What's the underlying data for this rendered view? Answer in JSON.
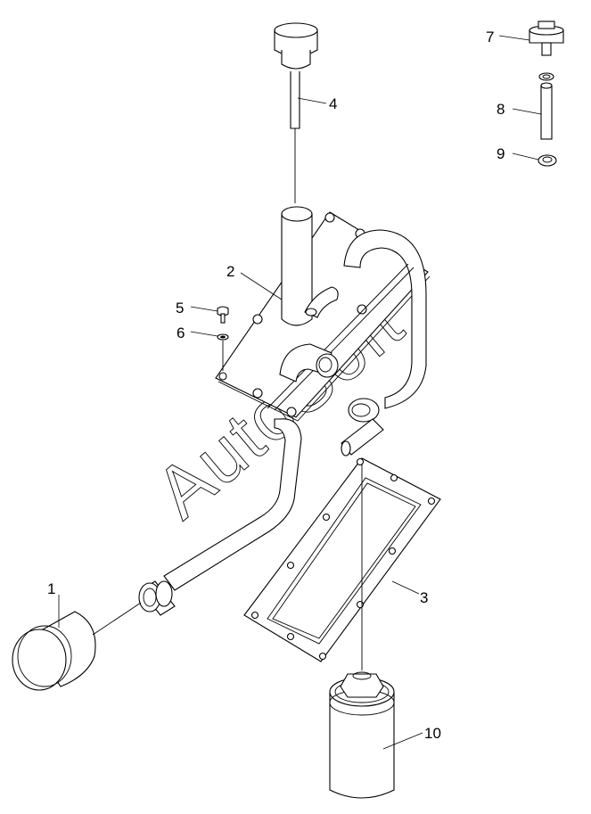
{
  "watermark": "AutoSoft",
  "callouts": [
    {
      "id": "1",
      "label": "1",
      "part": "oil-filter-small"
    },
    {
      "id": "2",
      "label": "2",
      "part": "cover-plate"
    },
    {
      "id": "3",
      "label": "3",
      "part": "gasket"
    },
    {
      "id": "4",
      "label": "4",
      "part": "dipstick"
    },
    {
      "id": "5",
      "label": "5",
      "part": "bolt"
    },
    {
      "id": "6",
      "label": "6",
      "part": "washer"
    },
    {
      "id": "7",
      "label": "7",
      "part": "cap"
    },
    {
      "id": "8",
      "label": "8",
      "part": "pin"
    },
    {
      "id": "9",
      "label": "9",
      "part": "nut"
    },
    {
      "id": "10",
      "label": "10",
      "part": "oil-filter-large"
    }
  ]
}
